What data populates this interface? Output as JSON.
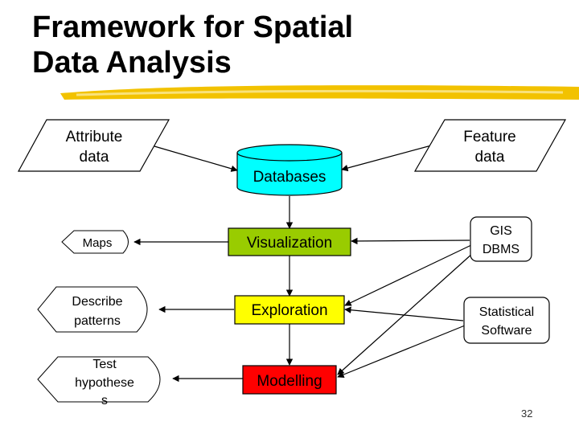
{
  "slide": {
    "title_line1": "Framework for Spatial",
    "title_line2": "Data Analysis",
    "page_number": "32"
  },
  "diagram": {
    "inputs": {
      "attribute_data": [
        "Attribute",
        "data"
      ],
      "feature_data": [
        "Feature",
        "data"
      ]
    },
    "core": {
      "databases": "Databases",
      "visualization": "Visualization",
      "exploration": "Exploration",
      "modelling": "Modelling"
    },
    "tools": {
      "gis_dbms": [
        "GIS",
        "DBMS"
      ],
      "statistical_software": [
        "Statistical",
        "Software"
      ]
    },
    "outputs": {
      "maps": "Maps",
      "describe_patterns": [
        "Describe",
        "patterns"
      ],
      "test_hypotheses": [
        "Test",
        "hypothese",
        "s"
      ]
    },
    "colors": {
      "databases": "#00ffff",
      "visualization": "#99cc00",
      "exploration": "#ffff00",
      "modelling": "#ff0000",
      "underline": "#f2c200"
    }
  }
}
